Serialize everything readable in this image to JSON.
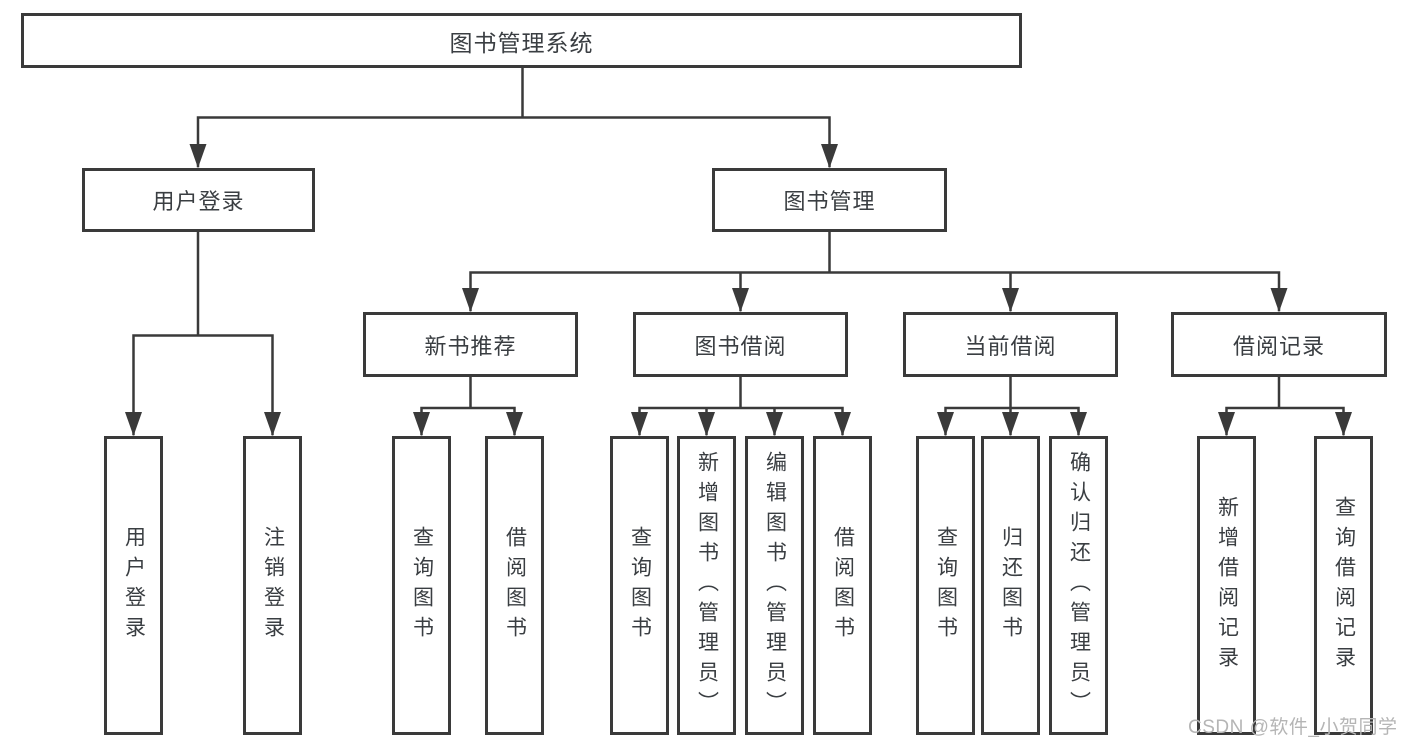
{
  "diagram": {
    "title_note": "functional structure chart",
    "colors": {
      "line": "#3a3a3a",
      "box_border": "#3a3a3a",
      "text": "#3a3e42",
      "watermark": "#b5b5b5",
      "background": "#ffffff"
    },
    "nodes": {
      "root": {
        "label": "图书管理系统"
      },
      "level2": [
        {
          "label": "用户登录"
        },
        {
          "label": "图书管理"
        }
      ],
      "level3": [
        {
          "label": "新书推荐"
        },
        {
          "label": "图书借阅"
        },
        {
          "label": "当前借阅"
        },
        {
          "label": "借阅记录"
        }
      ],
      "leaves": [
        {
          "label": "用户登录",
          "parent": "用户登录"
        },
        {
          "label": "注销登录",
          "parent": "用户登录"
        },
        {
          "label": "查询图书",
          "parent": "新书推荐"
        },
        {
          "label": "借阅图书",
          "parent": "新书推荐"
        },
        {
          "label": "查询图书",
          "parent": "图书借阅"
        },
        {
          "label": "新增图书（管理员）",
          "parent": "图书借阅"
        },
        {
          "label": "编辑图书（管理员）",
          "parent": "图书借阅"
        },
        {
          "label": "借阅图书",
          "parent": "图书借阅"
        },
        {
          "label": "查询图书",
          "parent": "当前借阅"
        },
        {
          "label": "归还图书",
          "parent": "当前借阅"
        },
        {
          "label": "确认归还（管理员）",
          "parent": "当前借阅"
        },
        {
          "label": "新增借阅记录",
          "parent": "借阅记录"
        },
        {
          "label": "查询借阅记录",
          "parent": "借阅记录"
        }
      ]
    },
    "watermark": "CSDN @软件_小贺同学"
  }
}
